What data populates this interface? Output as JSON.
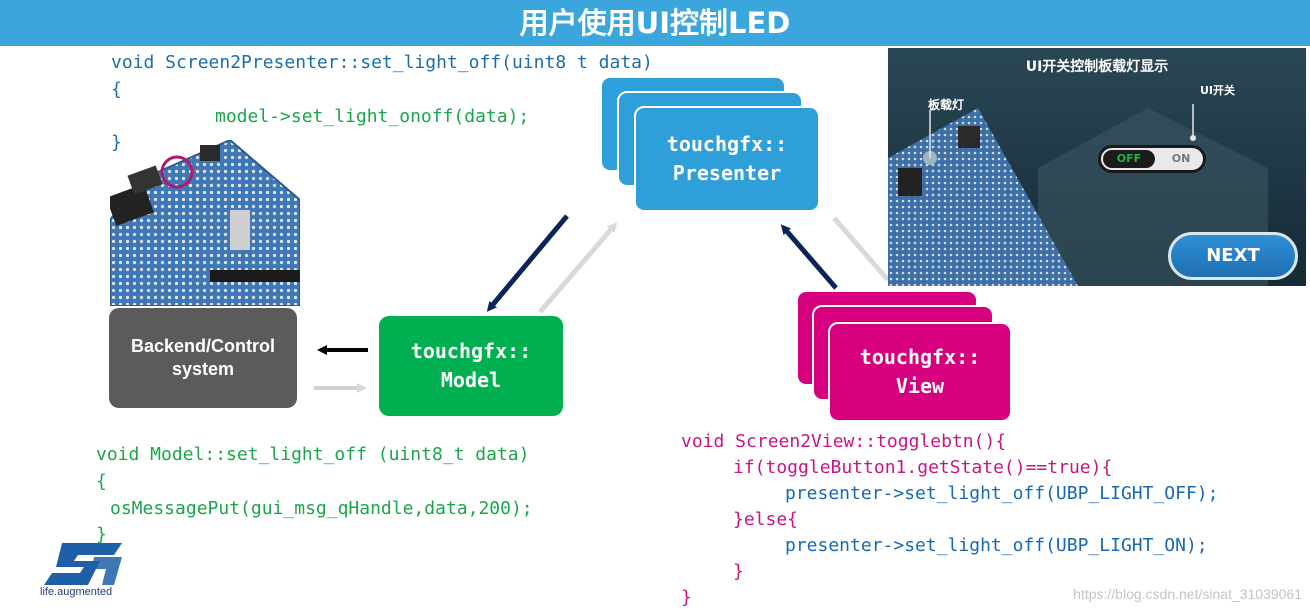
{
  "title": "用户使用UI控制LED",
  "code_presenter": {
    "line1": "void Screen2Presenter::set_light_off(uint8 t data)",
    "line2": "{",
    "line3": "model->set_light_onoff(data);",
    "line4": "}"
  },
  "code_model": {
    "line1": "void Model::set_light_off (uint8_t data)",
    "line2": "{",
    "line3": "osMessagePut(gui_msg_qHandle,data,200);",
    "line4": "}"
  },
  "code_view": {
    "line1": "void Screen2View::togglebtn(){",
    "line2": "if(toggleButton1.getState()==true){",
    "line3": "presenter->set_light_off(UBP_LIGHT_OFF);",
    "line4": "}else{",
    "line5": "presenter->set_light_off(UBP_LIGHT_ON);",
    "line6": "}",
    "line7": "}"
  },
  "boxes": {
    "presenter": "touchgfx::\nPresenter",
    "model": "touchgfx::\nModel",
    "view": "touchgfx::\nView",
    "backend": "Backend/Control\nsystem"
  },
  "screenshot": {
    "title": "UI开关控制板载灯显示",
    "led_label": "板载灯",
    "switch_label": "UI开关",
    "toggle_off": "OFF",
    "toggle_on": "ON",
    "next_button": "NEXT"
  },
  "logo": {
    "tagline": "life.augmented"
  },
  "watermark": "https://blog.csdn.net/sinat_31039061",
  "colors": {
    "banner": "#3aa6dc",
    "presenter": "#2f9fd9",
    "model": "#00b050",
    "view": "#d6007e",
    "backend": "#5b5b5b",
    "arrow_dark": "#0c2559",
    "arrow_light": "#d9d9d9"
  }
}
